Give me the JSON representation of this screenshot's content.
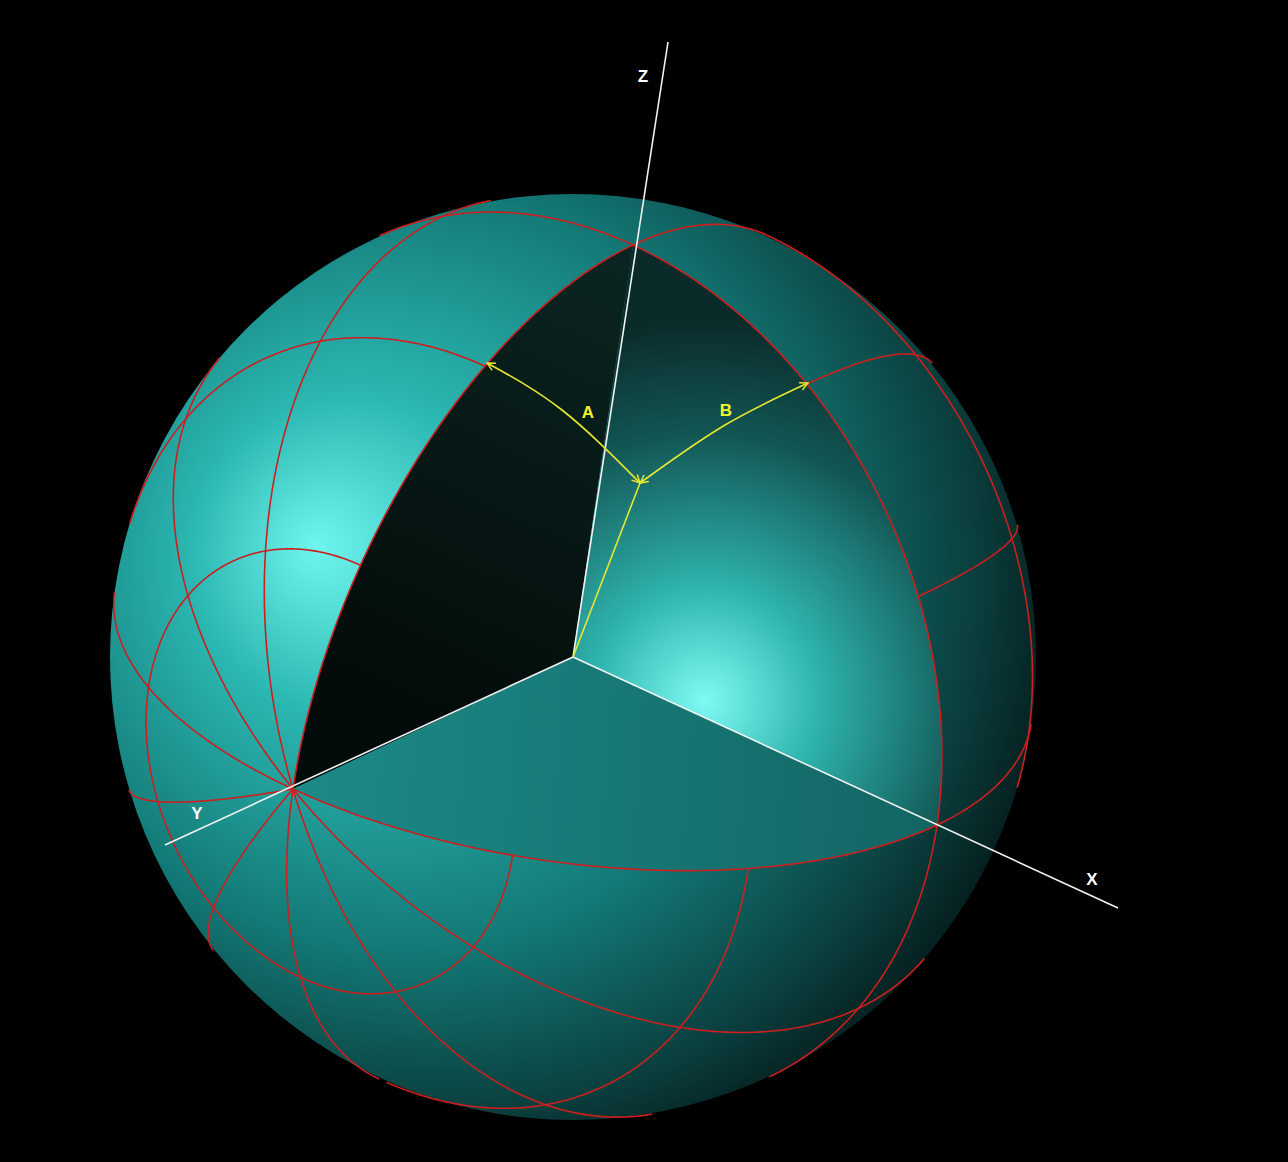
{
  "diagram": {
    "labels": [
      "Z",
      "A",
      "B",
      "Y",
      "X"
    ]
  }
}
